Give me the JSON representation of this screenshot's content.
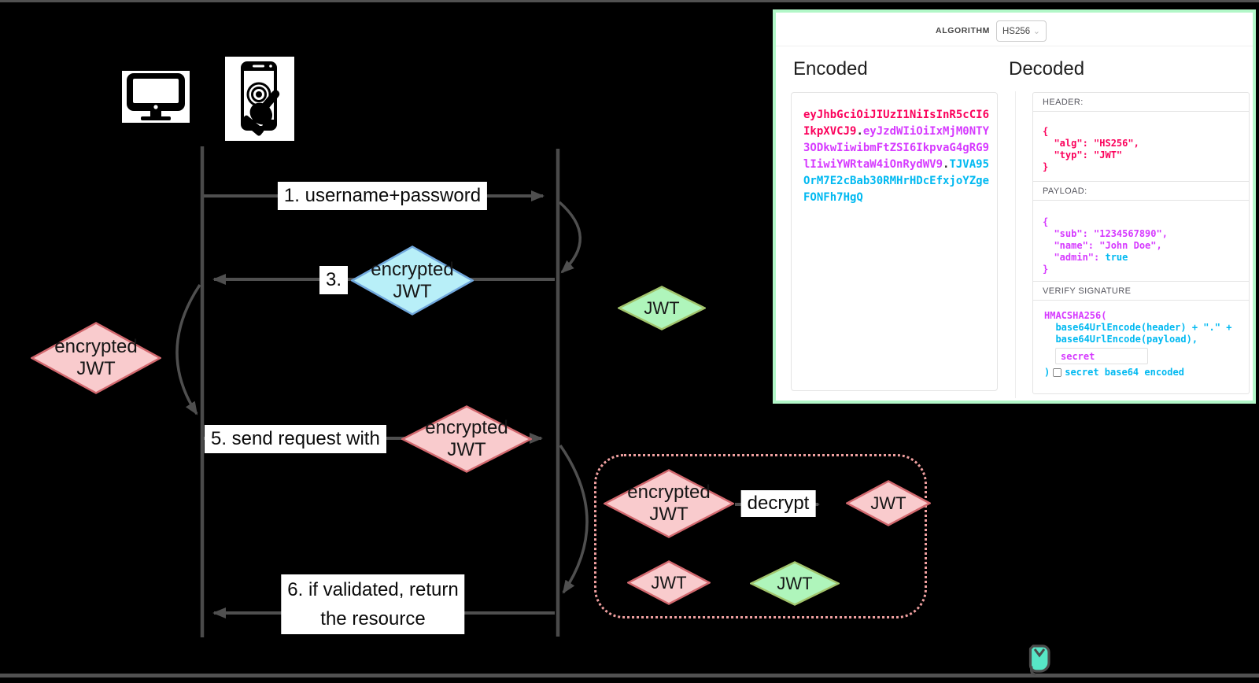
{
  "colors": {
    "background": "#000000",
    "line_gray": "#4f4f4f",
    "token_header_red": "#fb015b",
    "token_payload_purple": "#d63aff",
    "token_signature_cyan": "#00b9f1",
    "panel_border_green": "#b2f7c8",
    "diamond_pink_fill": "#f9cbcd",
    "diamond_pink_stroke": "#d2686e",
    "diamond_cyan_fill": "#b8eff8",
    "diamond_cyan_stroke": "#71a8dd",
    "diamond_green_fill": "#aff5bb",
    "diamond_green_stroke": "#a2c46c",
    "dashed_box_pink": "#f0a0a0",
    "brand_teal": "#57e6c6"
  },
  "diagram": {
    "icons": [
      "desktop-computer",
      "mobile-touch",
      "brand-logo"
    ],
    "labels": {
      "msg1": "1. username+password",
      "msg3": "3.",
      "msg5": "5. send request with",
      "msg6_line1": "6. if validated, return",
      "msg6_line2": "the resource",
      "decrypt": "decrypt"
    },
    "diamond_labels": {
      "encrypted_line1": "encrypted",
      "encrypted_line2": "JWT",
      "jwt": "JWT"
    }
  },
  "jwt_panel": {
    "algorithm_label": "ALGORITHM",
    "algorithm_value": "HS256",
    "encoded_title": "Encoded",
    "decoded_title": "Decoded",
    "token_lines": [
      [
        {
          "t": "eyJhbGciOiJIUzI1NiIsInR5cCI6",
          "c": "red"
        }
      ],
      [
        {
          "t": "IkpXVCJ9",
          "c": "red"
        },
        {
          "t": ".",
          "c": "dark"
        },
        {
          "t": "eyJzdWIiOiIxMjM0NTY",
          "c": "purple"
        }
      ],
      [
        {
          "t": "3ODkwIiwibmFtZSI6IkpvaG4gRG9",
          "c": "purple"
        }
      ],
      [
        {
          "t": "lIiwiYWRtaW4iOnRydWV9",
          "c": "purple"
        },
        {
          "t": ".",
          "c": "dark"
        },
        {
          "t": "TJVA95",
          "c": "cyan"
        }
      ],
      [
        {
          "t": "OrM7E2cBab30RMHrHDcEfxjoYZge",
          "c": "cyan"
        }
      ],
      [
        {
          "t": "FONFh7HgQ",
          "c": "cyan"
        }
      ]
    ],
    "sections": {
      "header_label": "HEADER:",
      "payload_label": "PAYLOAD:",
      "verify_label": "VERIFY SIGNATURE"
    },
    "header_lines": [
      [
        {
          "t": "{",
          "c": "red"
        }
      ],
      [
        {
          "t": "  \"alg\": \"HS256\",",
          "c": "red"
        }
      ],
      [
        {
          "t": "  \"typ\": \"JWT\"",
          "c": "red"
        }
      ],
      [
        {
          "t": "}",
          "c": "red"
        }
      ]
    ],
    "payload_lines": [
      [
        {
          "t": "{",
          "c": "purple"
        }
      ],
      [
        {
          "t": "  \"sub\": \"1234567890\",",
          "c": "purple"
        }
      ],
      [
        {
          "t": "  \"name\": \"John Doe\",",
          "c": "purple"
        }
      ],
      [
        {
          "t": "  \"admin\": ",
          "c": "purple"
        },
        {
          "t": "true",
          "c": "cyan"
        }
      ],
      [
        {
          "t": "}",
          "c": "purple"
        }
      ]
    ],
    "verify_lines": [
      [
        {
          "t": "HMACSHA256(",
          "c": "purple"
        }
      ],
      [
        {
          "t": "  base64UrlEncode(header) + \".\" +",
          "c": "cyan"
        }
      ],
      [
        {
          "t": "  base64UrlEncode(payload),",
          "c": "cyan"
        }
      ]
    ],
    "secret_value": "secret",
    "verify_close": ")",
    "checkbox_label": "secret base64 encoded"
  }
}
